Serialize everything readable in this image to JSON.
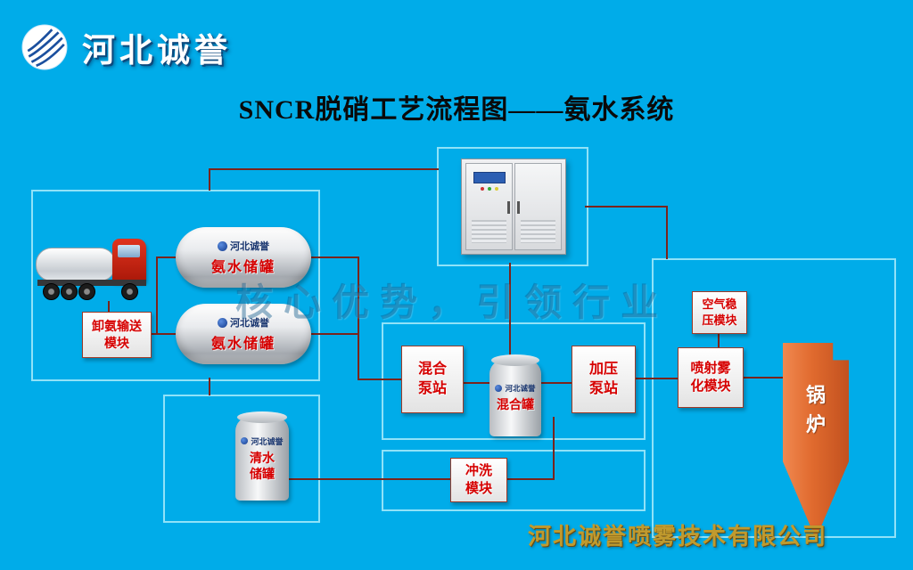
{
  "brand": {
    "logo_text": "河北诚誉",
    "footer_company": "河北诚誉喷雾技术有限公司"
  },
  "title": "SNCR脱硝工艺流程图——氨水系统",
  "watermark": "核心优势，引领行业",
  "equipment": {
    "unload_module": {
      "label": "卸氨输送模块"
    },
    "ammonia_tank_1": {
      "brand": "河北诚誉",
      "label": "氨水储罐"
    },
    "ammonia_tank_2": {
      "brand": "河北诚誉",
      "label": "氨水储罐"
    },
    "mix_pump_station": {
      "label": "混合泵站"
    },
    "mix_tank": {
      "brand": "河北诚誉",
      "label": "混合罐"
    },
    "pressure_pump_station": {
      "label": "加压泵站"
    },
    "spray_module": {
      "label": "喷射雾化模块"
    },
    "air_module": {
      "label": "空气稳压模块"
    },
    "boiler": {
      "label": "锅炉"
    },
    "water_tank": {
      "brand": "河北诚誉",
      "label": "清水储罐"
    },
    "flush_module": {
      "label": "冲洗模块"
    }
  },
  "icons": {
    "logo_mark": "globe-fan-icon",
    "truck": "tanker-truck",
    "control_cabinet": "electrical-control-cabinet",
    "brand_dot": "brand-globe-dot"
  },
  "colors": {
    "background": "#00ACE9",
    "group_border": "#90E2F8",
    "pipe": "#7A241C",
    "label_red": "#D60000",
    "boiler_orange": "#E06A2E",
    "footer_gold": "#C09A2E"
  }
}
